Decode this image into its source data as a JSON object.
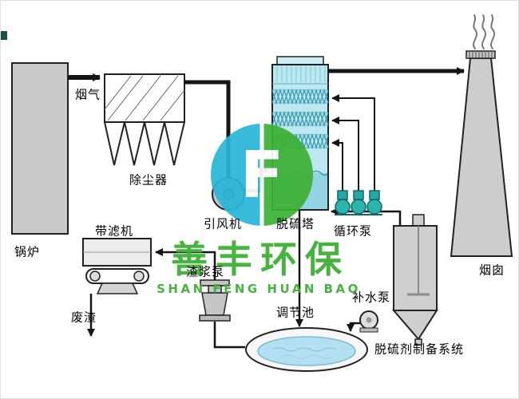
{
  "labels": {
    "boiler": "锅炉",
    "flue_gas": "烟气",
    "dust_collector": "除尘器",
    "id_fan": "引风机",
    "desulfurization_tower": "脱硫塔",
    "circulation_pump": "循环泵",
    "chimney": "烟囱",
    "belt_filter": "带滤机",
    "slurry_pump": "渣浆泵",
    "adjustment_pool": "调节池",
    "water_pump": "补水泵",
    "prep_system": "脱硫剂制备系统",
    "waste_residue": "废渣"
  },
  "watermark": {
    "brand_cn": "善丰环保",
    "brand_en": "SHAN FENG HUAN BAO",
    "logo_letter": "F"
  },
  "colors": {
    "watermark_green": "#3db135",
    "watermark_blue": "#29b6d8",
    "tower_fill": "#bde8f0",
    "tower_liquid": "#92d4e4",
    "equipment_gray": "#c9c9c9",
    "pump_teal": "#2cb5ae",
    "pool_water": "#b5e0f2",
    "pipe_line": "#151515",
    "background": "#ffffff"
  }
}
